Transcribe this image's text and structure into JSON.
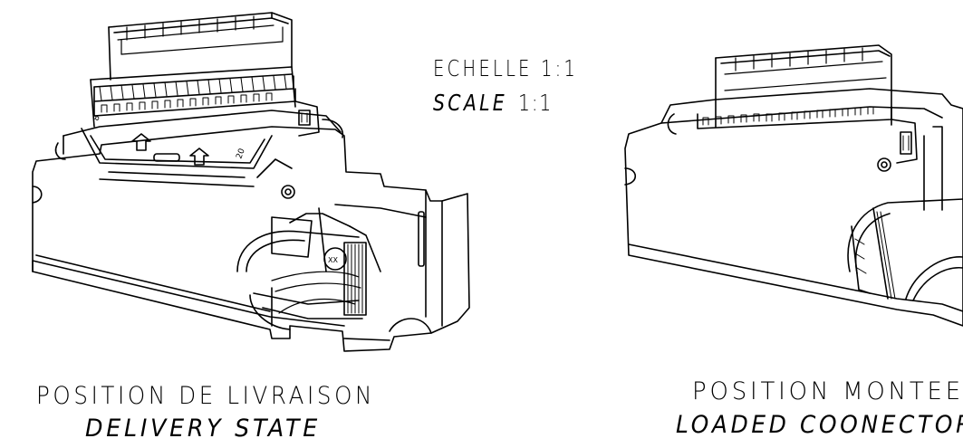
{
  "scale_note": {
    "french": "ECHELLE 1:1",
    "english_word": "SCALE",
    "english_ratio": "1:1"
  },
  "left_view": {
    "caption_fr": "POSITION DE LIVRAISON",
    "caption_en": "DELIVERY STATE",
    "mark_8": "8",
    "mark_20": "20",
    "mark_x": "XX"
  },
  "right_view": {
    "caption_fr": "POSITION MONTEE",
    "caption_en": "LOADED COONECTOR"
  },
  "colors": {
    "line": "#000000",
    "background": "#ffffff"
  }
}
